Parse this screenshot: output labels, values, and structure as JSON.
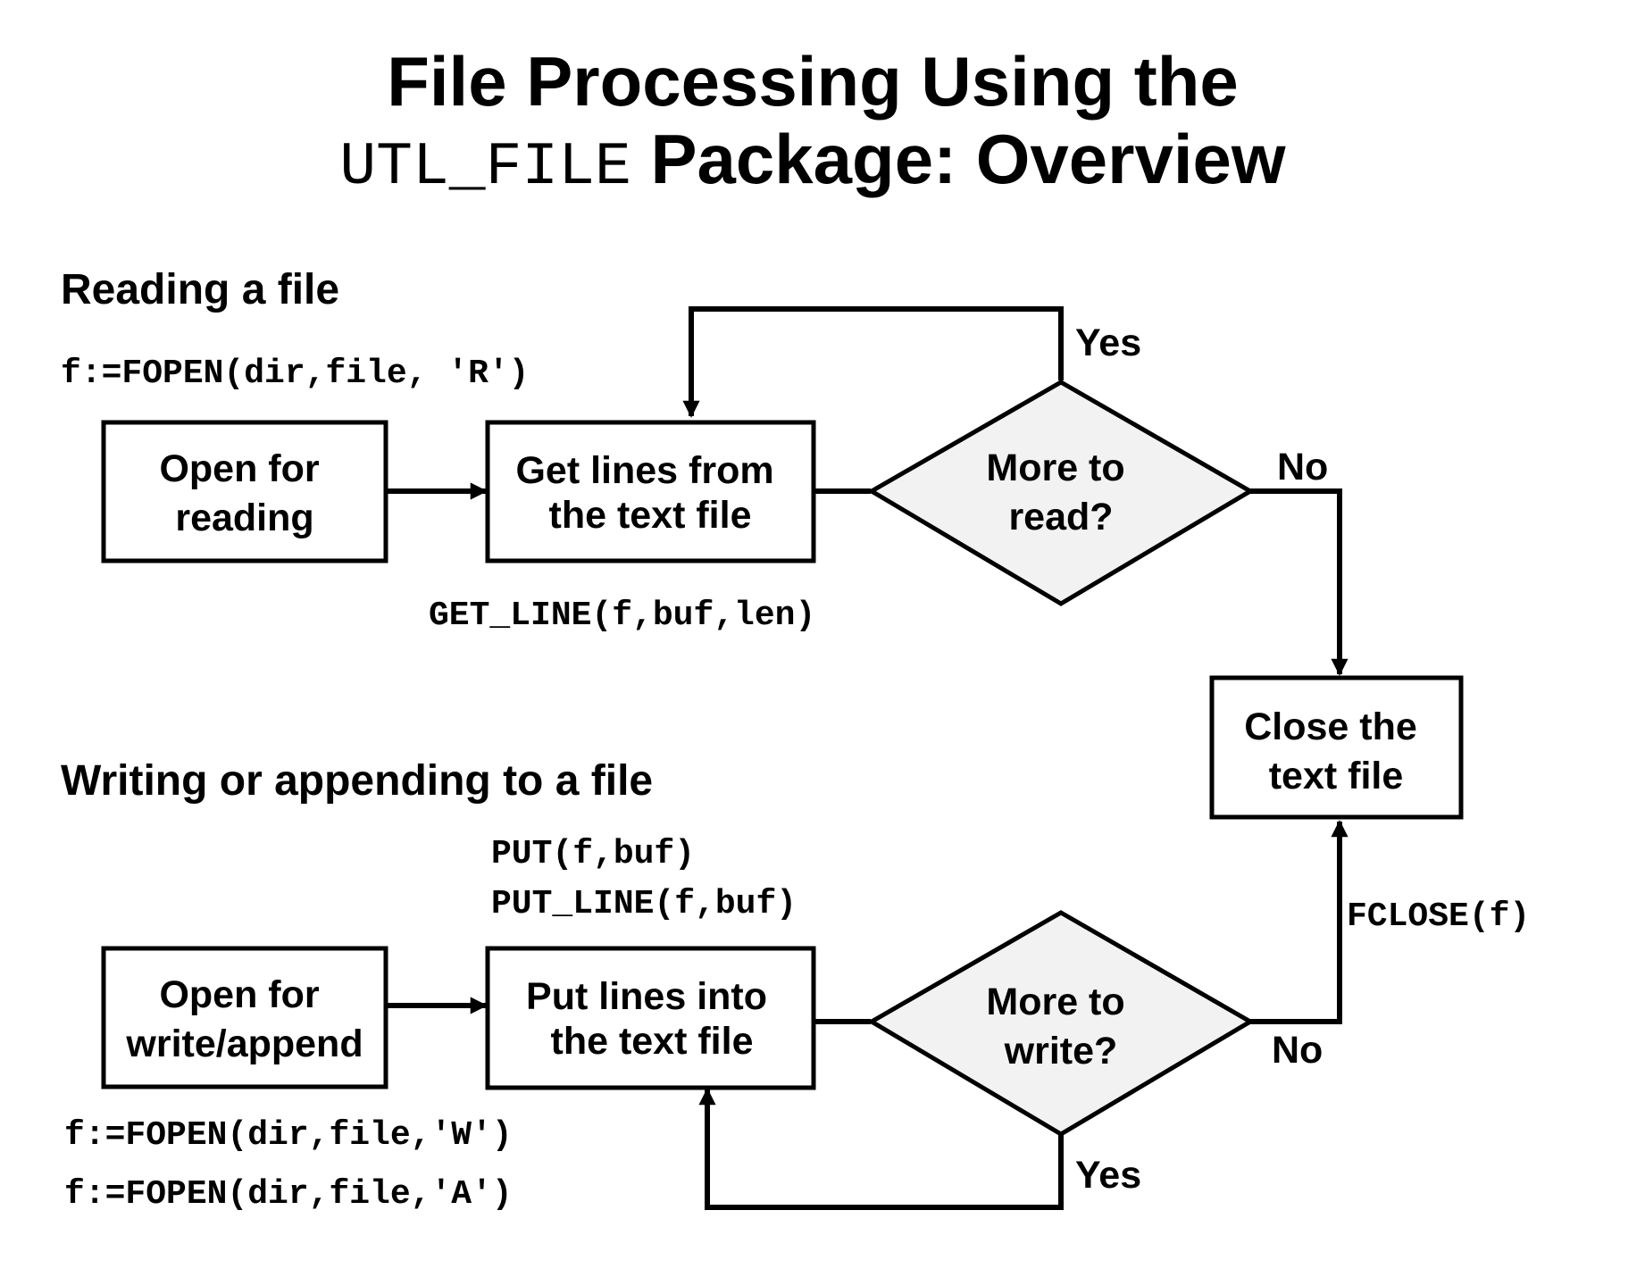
{
  "title": {
    "line1": "File Processing Using the",
    "line2_mono": "UTL_FILE",
    "line2_rest": " Package: Overview"
  },
  "reading": {
    "heading": "Reading a file",
    "fopen_call": "f:=FOPEN(dir,file, 'R')",
    "open_box": [
      "Open for",
      "reading"
    ],
    "get_box": [
      "Get lines from",
      "the text file"
    ],
    "get_call": "GET_LINE(f,buf,len)",
    "decision": [
      "More to",
      "read?"
    ],
    "yes_label": "Yes",
    "no_label": "No"
  },
  "close": {
    "box": [
      "Close the",
      "text file"
    ],
    "call": "FCLOSE(f)"
  },
  "writing": {
    "heading": "Writing or appending to a file",
    "put_call": "PUT(f,buf)",
    "put_line_call": "PUT_LINE(f,buf)",
    "open_box": [
      "Open for",
      "write/append"
    ],
    "put_box": [
      "Put lines into",
      "the text file"
    ],
    "fopen_w": "f:=FOPEN(dir,file,'W')",
    "fopen_a": "f:=FOPEN(dir,file,'A')",
    "decision": [
      "More to",
      "write?"
    ],
    "yes_label": "Yes",
    "no_label": "No"
  },
  "colors": {
    "box_fill": "#ffffff",
    "decision_fill": "#f2f2f2",
    "line": "#000000"
  }
}
